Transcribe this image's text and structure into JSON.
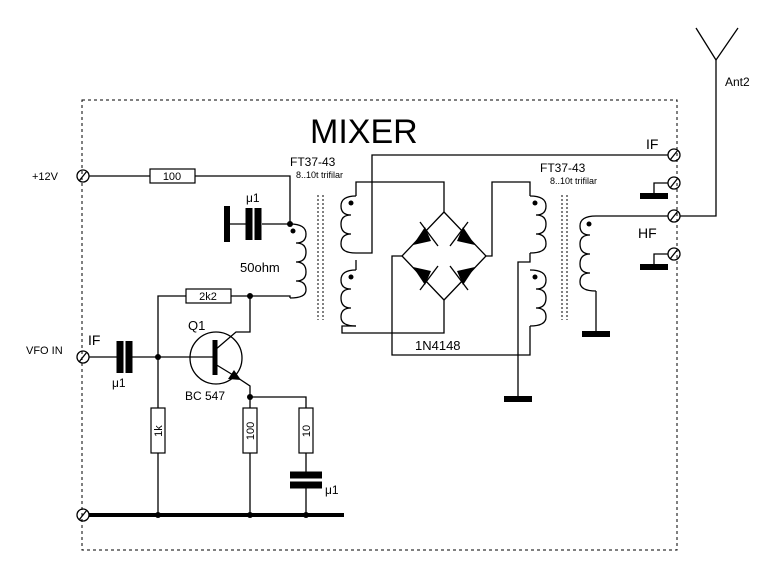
{
  "title": "MIXER",
  "terminals": {
    "supply": "+12V",
    "vfo_in": "VFO IN",
    "vfo_if": "IF",
    "out_if": "IF",
    "out_hf": "HF",
    "antenna": "Ant2"
  },
  "components": {
    "r_supply": "100",
    "r_bias": "2k2",
    "r_base": "1k",
    "r_emitter": "100",
    "r_series": "10",
    "c_input": "μ1",
    "c_decouple": "μ1",
    "c_emitter": "μ1",
    "transistor_ref": "Q1",
    "transistor_type": "BC 547",
    "diodes": "1N4148",
    "impedance": "50ohm"
  },
  "transformers": {
    "t1_core": "FT37-43",
    "t1_winding": "8..10t trifilar",
    "t2_core": "FT37-43",
    "t2_winding": "8..10t trifilar"
  }
}
